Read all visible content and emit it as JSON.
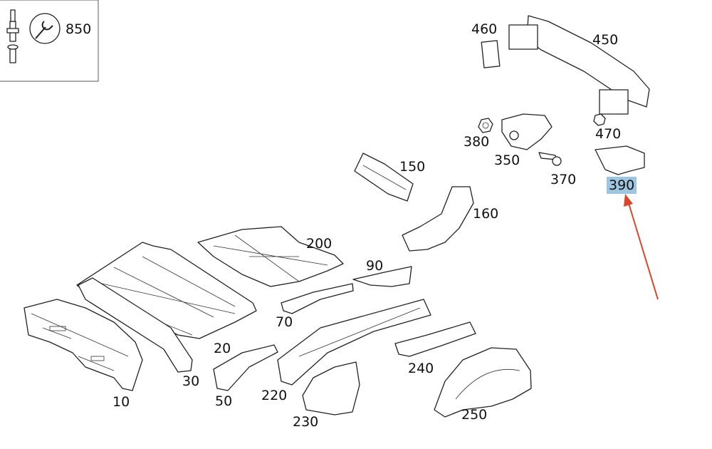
{
  "diagram": {
    "labels": {
      "p10": "10",
      "p20": "20",
      "p30": "30",
      "p50": "50",
      "p70": "70",
      "p90": "90",
      "p150": "150",
      "p160": "160",
      "p200": "200",
      "p220": "220",
      "p230": "230",
      "p240": "240",
      "p250": "250",
      "p350": "350",
      "p370": "370",
      "p380": "380",
      "p390": "390",
      "p450": "450",
      "p460": "460",
      "p470": "470",
      "p850": "850"
    },
    "highlight_color": "#9fc6e0",
    "arrow_color": "#d9472b"
  }
}
